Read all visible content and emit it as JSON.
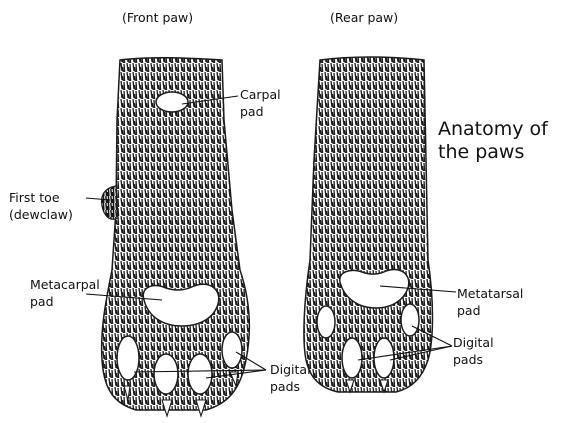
{
  "labels": {
    "front_paw": "(Front paw)",
    "rear_paw": "(Rear paw)",
    "carpal_pad": [
      "Carpal",
      "pad"
    ],
    "first_toe": [
      "First toe",
      "(dewclaw)"
    ],
    "metacarpal_pad": [
      "Metacarpal",
      "pad"
    ],
    "metatarsal_pad": [
      "Metatarsal",
      "pad"
    ],
    "digital_pads_front": [
      "Digital",
      "pads"
    ],
    "digital_pads_rear": [
      "Digital",
      "pads"
    ]
  },
  "title": [
    "Anatomy of",
    "the paws"
  ],
  "colors": {
    "ink": "#111111",
    "fur": "#2a2a2a",
    "background": "#ffffff"
  }
}
